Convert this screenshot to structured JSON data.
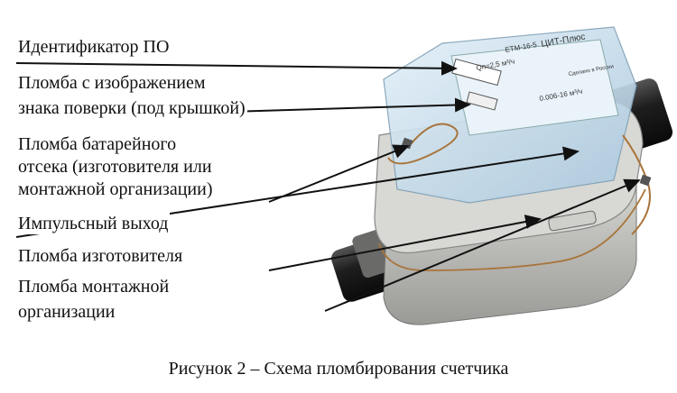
{
  "labels": {
    "id_po": "Идентификатор ПО",
    "seal_verif_1": "Пломба с изображением",
    "seal_verif_2": "знака поверки (под крышкой)",
    "seal_batt_1": "Пломба батарейного",
    "seal_batt_2": "отсека (изготовителя или",
    "seal_batt_3": "монтажной организации)",
    "pulse_out": "Импульсный выход",
    "seal_mfr": "Пломба изготовителя",
    "seal_install_1": "Пломба монтажной",
    "seal_install_2": "организации"
  },
  "device": {
    "brand": "ЦИТ-Плюс",
    "model": "ЕТМ-16-5",
    "qn": "Qn=2,5 м³/ч",
    "range": "0.006-16 м³/ч",
    "made_in": "Сделано в России"
  },
  "caption": "Рисунок 2 – Схема пломбирования счетчика",
  "colors": {
    "body": "#c8c8c4",
    "cover": "#c7dff0",
    "pipe": "#1a1a1a",
    "wire": "#a8743a"
  }
}
